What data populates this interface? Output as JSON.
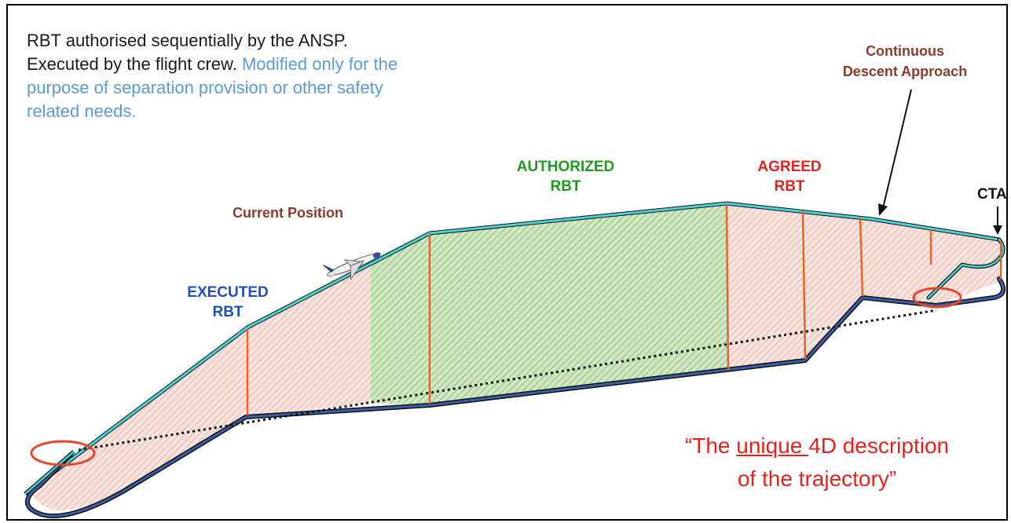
{
  "intro": {
    "line1": "RBT authorised sequentially by the ANSP.",
    "line2_black": "Executed by the flight crew.",
    "line2_blue": "Modified only for the",
    "line3": "purpose of separation provision or other safety",
    "line4": "related needs."
  },
  "labels": {
    "current_position": "Current Position",
    "executed_line1": "EXECUTED",
    "executed_line2": "RBT",
    "authorized_line1": "AUTHORIZED",
    "authorized_line2": "RBT",
    "agreed_line1": "AGREED",
    "agreed_line2": "RBT",
    "cda_line1": "Continuous",
    "cda_line2": "Descent Approach",
    "cta": "CTA"
  },
  "quote": {
    "open": "“The ",
    "underlined": "unique ",
    "rest": "4D description",
    "line2": "of the trajectory”"
  },
  "colors": {
    "executed_fill": "#f4d6d0",
    "authorized_fill": "#bfe0b0",
    "agreed_fill": "#f4d6d0",
    "top_edge": "#49d3d8",
    "bottom_edge": "#3a5fa8",
    "segment_line": "#e8622a",
    "ellipse": "#e8452a"
  },
  "icons": [
    "airplane-icon"
  ]
}
